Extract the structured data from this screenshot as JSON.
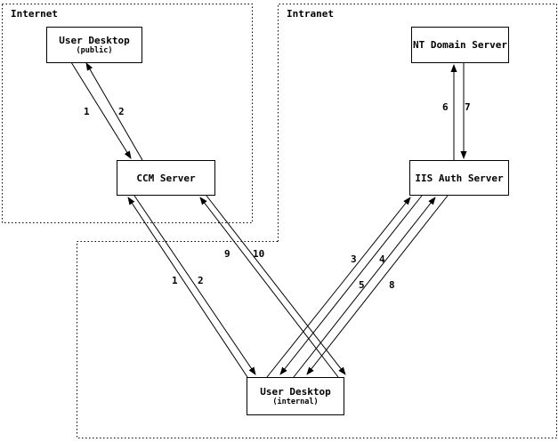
{
  "colors": {
    "ink": "#000000",
    "background": "#ffffff"
  },
  "regions": {
    "internet": {
      "label": "Internet"
    },
    "intranet": {
      "label": "Intranet"
    }
  },
  "nodes": {
    "user_desktop_public": {
      "title": "User Desktop",
      "subtitle": "(public)"
    },
    "nt_domain_server": {
      "title": "NT Domain Server",
      "subtitle": ""
    },
    "ccm_server": {
      "title": "CCM Server",
      "subtitle": ""
    },
    "iis_auth_server": {
      "title": "IIS Auth Server",
      "subtitle": ""
    },
    "user_desktop_internal": {
      "title": "User Desktop",
      "subtitle": "(internal)"
    }
  },
  "edges": {
    "pub1": {
      "label": "1",
      "from": "user-desktop-public",
      "to": "ccm-server"
    },
    "pub2": {
      "label": "2",
      "from": "ccm-server",
      "to": "user-desktop-public"
    },
    "int1": {
      "label": "1",
      "from": "user-desktop-internal",
      "to": "ccm-server"
    },
    "int2": {
      "label": "2",
      "from": "ccm-server",
      "to": "user-desktop-internal"
    },
    "auth3": {
      "label": "3",
      "from": "user-desktop-internal",
      "to": "iis-auth-server"
    },
    "auth4": {
      "label": "4",
      "from": "iis-auth-server",
      "to": "user-desktop-internal"
    },
    "auth5": {
      "label": "5",
      "from": "user-desktop-internal",
      "to": "iis-auth-server"
    },
    "auth8": {
      "label": "8",
      "from": "iis-auth-server",
      "to": "user-desktop-internal"
    },
    "nt6": {
      "label": "6",
      "from": "iis-auth-server",
      "to": "nt-domain-server"
    },
    "nt7": {
      "label": "7",
      "from": "nt-domain-server",
      "to": "iis-auth-server"
    },
    "ccm9": {
      "label": "9",
      "from": "user-desktop-internal",
      "to": "ccm-server"
    },
    "ccm10": {
      "label": "10",
      "from": "ccm-server",
      "to": "user-desktop-internal"
    }
  }
}
